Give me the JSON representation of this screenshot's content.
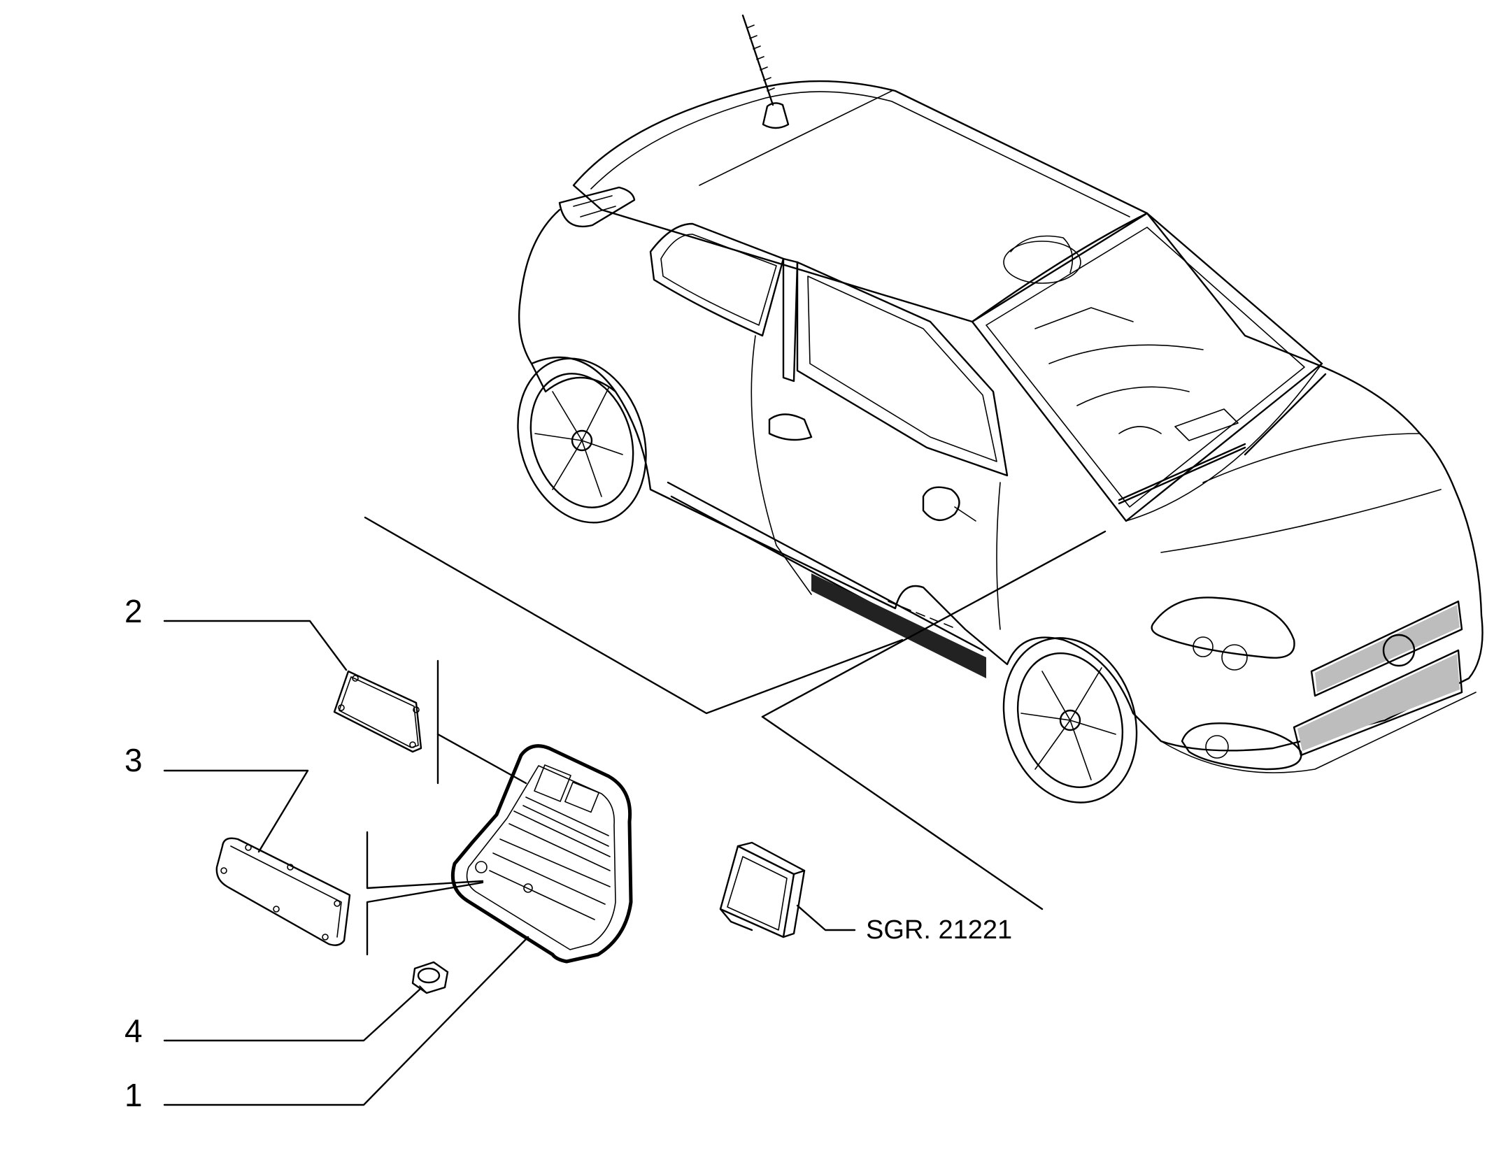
{
  "callouts": [
    {
      "id": "1",
      "label": "1"
    },
    {
      "id": "2",
      "label": "2"
    },
    {
      "id": "3",
      "label": "3"
    },
    {
      "id": "4",
      "label": "4"
    }
  ],
  "reference": {
    "label": "SGR. 21221"
  }
}
